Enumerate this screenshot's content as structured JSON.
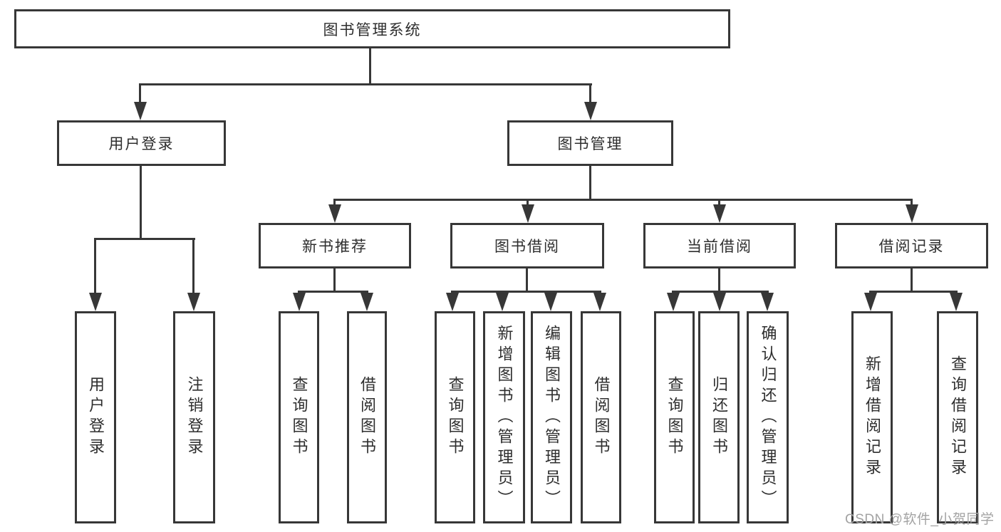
{
  "diagram": {
    "root": {
      "label": "图书管理系统"
    },
    "branches": [
      {
        "label": "用户登录",
        "children": [
          {
            "label": "用户登录"
          },
          {
            "label": "注销登录"
          }
        ]
      },
      {
        "label": "图书管理",
        "children": [
          {
            "label": "新书推荐",
            "children": [
              {
                "label": "查询图书"
              },
              {
                "label": "借阅图书"
              }
            ]
          },
          {
            "label": "图书借阅",
            "children": [
              {
                "label": "查询图书"
              },
              {
                "label": "新增图书（管理员）"
              },
              {
                "label": "编辑图书（管理员）"
              },
              {
                "label": "借阅图书"
              }
            ]
          },
          {
            "label": "当前借阅",
            "children": [
              {
                "label": "查询图书"
              },
              {
                "label": "归还图书"
              },
              {
                "label": "确认归还（管理员）"
              }
            ]
          },
          {
            "label": "借阅记录",
            "children": [
              {
                "label": "新增借阅记录"
              },
              {
                "label": "查询借阅记录"
              }
            ]
          }
        ]
      }
    ]
  },
  "colors": {
    "line": "#373737",
    "text": "#2e2e2e",
    "watermark": "#a3a3a3"
  },
  "watermark": {
    "text": "CSDN @软件_小贺同学"
  }
}
